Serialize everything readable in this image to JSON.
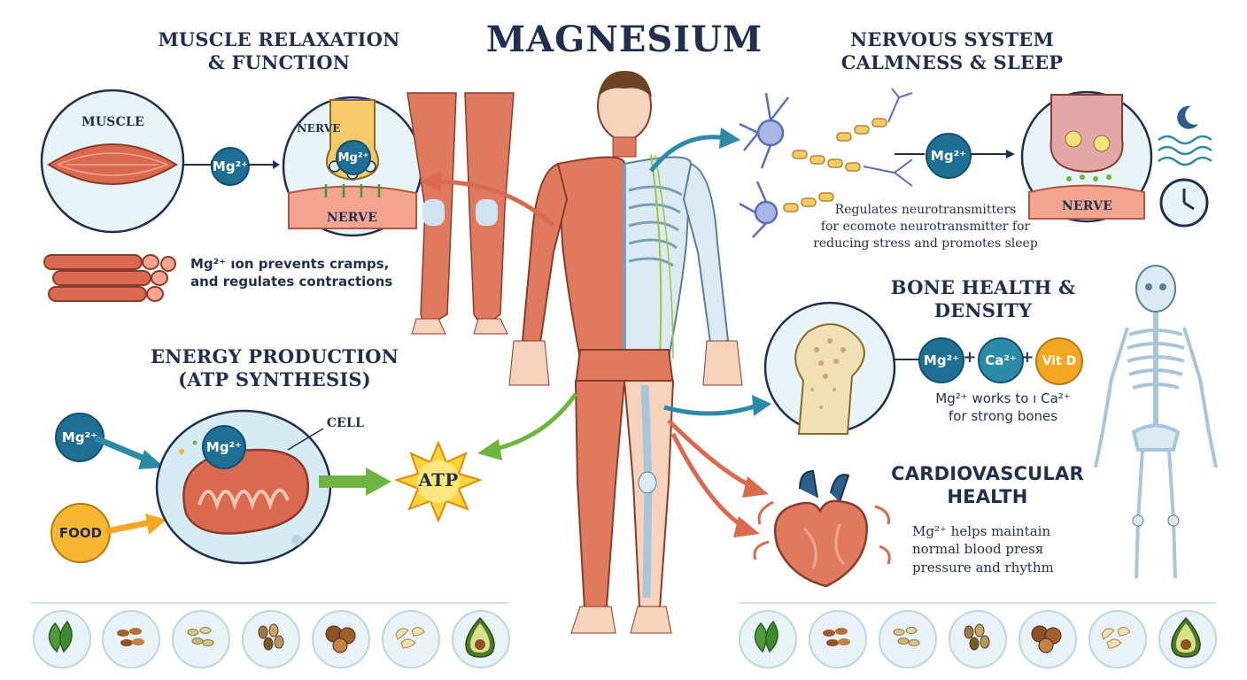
{
  "title": "MAGNESIUM",
  "muscle": {
    "heading_line1": "MUSCLE RELAXATION",
    "heading_line2": "& FUNCTION",
    "muscle_label": "MUSCLE",
    "mg_label": "Mg²⁺",
    "nerve_top_label": "NERVE",
    "nerve_mg_label": "Mg²⁺",
    "nerve_bottom_label": "NERVE",
    "caption_line1": "Mg²⁺ ıon prevents cramps,",
    "caption_line2": "and regulates contractions"
  },
  "nervous": {
    "heading_line1": "NERVOUS SYSTEM",
    "heading_line2": "CALMNESS & SLEEP",
    "mg_label": "Mg²⁺",
    "nerve_label": "NERVE",
    "caption_line1": "Regulates neurotransmitters",
    "caption_line2": "for ecomote neurotransmitter for",
    "caption_line3": "reducing stress and promotes sleep"
  },
  "energy": {
    "heading_line1": "ENERGY PRODUCTION",
    "heading_line2": "(ATP SYNTHESIS)",
    "mg_label": "Mg²⁺",
    "cell_mg_label": "Mg²⁺",
    "cell_label": "CELL",
    "food_label": "FOOD",
    "atp_label": "ATP"
  },
  "bone": {
    "heading_line1": "BONE HEALTH &",
    "heading_line2": "DENSITY",
    "mg_label": "Mg²⁺",
    "plus1": "+",
    "ca_label": "Ca²⁺",
    "plus2": "+",
    "vitd_label": "Vit D",
    "caption_line1": "Mg²⁺ works to ı Ca²⁺",
    "caption_line2": "for strong bones"
  },
  "cardio": {
    "heading_line1": "CARDIOVASCULAR",
    "heading_line2": "HEALTH",
    "caption_line1": "Mg²⁺ helps maintain",
    "caption_line2": "normal blood presя",
    "caption_line3": "pressure and rhythm"
  },
  "foods_left": [
    "spinach-icon",
    "almonds-icon",
    "pumpkin-seeds-icon",
    "mixed-seeds-icon",
    "hazelnuts-icon",
    "cashews-icon",
    "avocado-icon"
  ],
  "foods_right": [
    "spinach-icon",
    "almonds-icon",
    "pumpkin-seeds-icon",
    "mixed-seeds-icon",
    "hazelnuts-icon",
    "cashews-icon",
    "avocado-icon"
  ],
  "colors": {
    "navy": "#1f2f4d",
    "ion_blue": "#1f6f95",
    "muscle_red": "#d9694f",
    "bone_cream": "#f1dfb5",
    "atp_yellow": "#ffd43b",
    "food_orange": "#f7b733",
    "vitd_orange": "#f5a623",
    "arrow_teal": "#2b8aa6",
    "arrow_green": "#6fb43f",
    "arrow_red": "#d9694f",
    "bg_light_blue": "#e8f4f8"
  }
}
